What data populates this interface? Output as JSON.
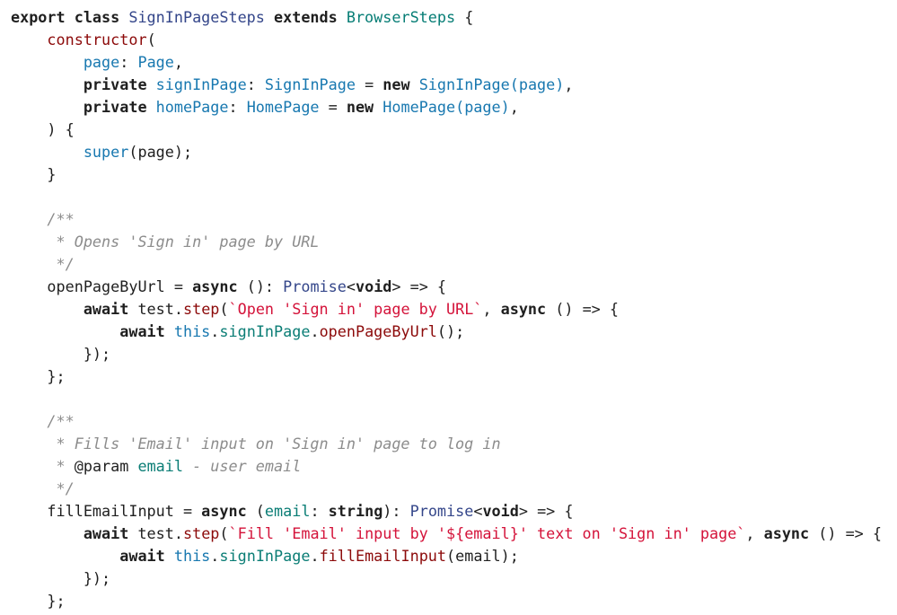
{
  "language": "typescript",
  "lines": [
    [
      [
        "k",
        "export class "
      ],
      [
        "t",
        "SignInPageSteps"
      ],
      [
        "k",
        " extends "
      ],
      [
        "tc",
        "BrowserSteps"
      ],
      [
        "p",
        " {"
      ]
    ],
    [
      [
        "p",
        "    "
      ],
      [
        "fn",
        "constructor"
      ],
      [
        "p",
        "("
      ]
    ],
    [
      [
        "p",
        "        "
      ],
      [
        "pr",
        "page"
      ],
      [
        "p",
        ": "
      ],
      [
        "pr",
        "Page"
      ],
      [
        "p",
        ","
      ]
    ],
    [
      [
        "p",
        "        "
      ],
      [
        "k",
        "private "
      ],
      [
        "pr",
        "signInPage"
      ],
      [
        "p",
        ": "
      ],
      [
        "pr",
        "SignInPage"
      ],
      [
        "p",
        " = "
      ],
      [
        "k",
        "new "
      ],
      [
        "pr",
        "SignInPage(page)"
      ],
      [
        "p",
        ","
      ]
    ],
    [
      [
        "p",
        "        "
      ],
      [
        "k",
        "private "
      ],
      [
        "pr",
        "homePage"
      ],
      [
        "p",
        ": "
      ],
      [
        "pr",
        "HomePage"
      ],
      [
        "p",
        " = "
      ],
      [
        "k",
        "new "
      ],
      [
        "pr",
        "HomePage(page)"
      ],
      [
        "p",
        ","
      ]
    ],
    [
      [
        "p",
        "    ) {"
      ]
    ],
    [
      [
        "p",
        "        "
      ],
      [
        "pr",
        "super"
      ],
      [
        "p",
        "(page);"
      ]
    ],
    [
      [
        "p",
        "    }"
      ]
    ],
    [
      [
        "p",
        ""
      ]
    ],
    [
      [
        "c",
        "    /**"
      ]
    ],
    [
      [
        "c",
        "     * Opens 'Sign in' page by URL"
      ]
    ],
    [
      [
        "c",
        "     */"
      ]
    ],
    [
      [
        "p",
        "    openPageByUrl = "
      ],
      [
        "k",
        "async"
      ],
      [
        "p",
        " (): "
      ],
      [
        "t",
        "Promise"
      ],
      [
        "p",
        "<"
      ],
      [
        "k",
        "void"
      ],
      [
        "p",
        "> => {"
      ]
    ],
    [
      [
        "p",
        "        "
      ],
      [
        "k",
        "await "
      ],
      [
        "p",
        "test."
      ],
      [
        "fn",
        "step"
      ],
      [
        "p",
        "("
      ],
      [
        "s",
        "`Open 'Sign in' page by URL`"
      ],
      [
        "p",
        ", "
      ],
      [
        "k",
        "async"
      ],
      [
        "p",
        " () => {"
      ]
    ],
    [
      [
        "p",
        "            "
      ],
      [
        "k",
        "await "
      ],
      [
        "pr",
        "this"
      ],
      [
        "p",
        "."
      ],
      [
        "pa",
        "signInPage"
      ],
      [
        "p",
        "."
      ],
      [
        "fn",
        "openPageByUrl"
      ],
      [
        "p",
        "();"
      ]
    ],
    [
      [
        "p",
        "        });"
      ]
    ],
    [
      [
        "p",
        "    };"
      ]
    ],
    [
      [
        "p",
        ""
      ]
    ],
    [
      [
        "c",
        "    /**"
      ]
    ],
    [
      [
        "c",
        "     * Fills 'Email' input on 'Sign in' page to log in"
      ]
    ],
    [
      [
        "c",
        "     * "
      ],
      [
        "p",
        "@param"
      ],
      [
        "pa",
        " email"
      ],
      [
        "c",
        " - user email"
      ]
    ],
    [
      [
        "c",
        "     */"
      ]
    ],
    [
      [
        "p",
        "    fillEmailInput = "
      ],
      [
        "k",
        "async"
      ],
      [
        "p",
        " ("
      ],
      [
        "pa",
        "email"
      ],
      [
        "p",
        ": "
      ],
      [
        "k",
        "string"
      ],
      [
        "p",
        "): "
      ],
      [
        "t",
        "Promise"
      ],
      [
        "p",
        "<"
      ],
      [
        "k",
        "void"
      ],
      [
        "p",
        "> => {"
      ]
    ],
    [
      [
        "p",
        "        "
      ],
      [
        "k",
        "await "
      ],
      [
        "p",
        "test."
      ],
      [
        "fn",
        "step"
      ],
      [
        "p",
        "("
      ],
      [
        "s",
        "`Fill 'Email' input by '${email}' text on 'Sign in' page`"
      ],
      [
        "p",
        ", "
      ],
      [
        "k",
        "async"
      ],
      [
        "p",
        " () => {"
      ]
    ],
    [
      [
        "p",
        "            "
      ],
      [
        "k",
        "await "
      ],
      [
        "pr",
        "this"
      ],
      [
        "p",
        "."
      ],
      [
        "pa",
        "signInPage"
      ],
      [
        "p",
        "."
      ],
      [
        "fn",
        "fillEmailInput"
      ],
      [
        "p",
        "(email);"
      ]
    ],
    [
      [
        "p",
        "        });"
      ]
    ],
    [
      [
        "p",
        "    };"
      ]
    ]
  ]
}
